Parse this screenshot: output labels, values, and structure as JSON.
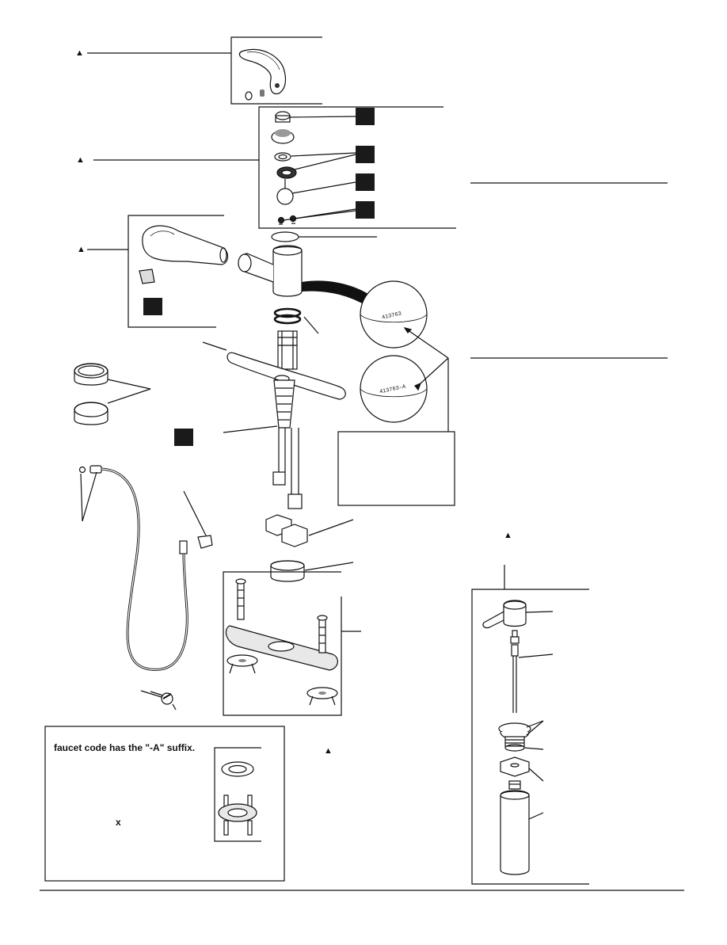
{
  "markers": {
    "triangle": "▲",
    "x_mark": "x"
  },
  "part_codes": {
    "old": "413763",
    "new": "413763-A"
  },
  "note": {
    "text": "faucet code has the \"-A\" suffix."
  }
}
